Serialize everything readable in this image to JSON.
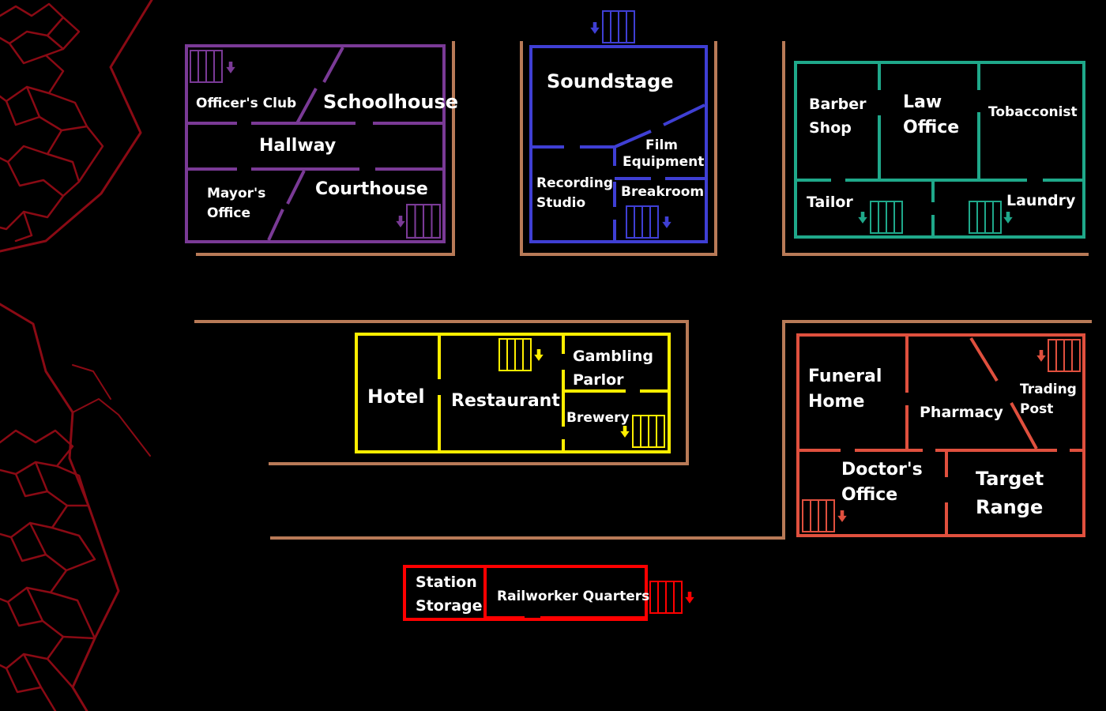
{
  "colors": {
    "background": "#000000",
    "street": "#b87a57",
    "veins": "#8a0a14",
    "label": "#ffffff",
    "purple_building": "#7a3a96",
    "blue_building": "#3f3fd4",
    "teal_building": "#1fa88a",
    "yellow_building": "#ffee00",
    "salmon_building": "#e0503e",
    "red_building": "#ff0000"
  },
  "icons": {
    "stairs": "stairs-icon",
    "direction": "down-arrow-icon",
    "veins": "red-veins-decoration"
  },
  "buildings": {
    "civic": {
      "officers_club": "Officer's Club",
      "schoolhouse": "Schoolhouse",
      "hallway": "Hallway",
      "mayors_office": [
        "Mayor's",
        "Office"
      ],
      "courthouse": "Courthouse"
    },
    "studio": {
      "soundstage": "Soundstage",
      "film_equipment": [
        "Film",
        "Equipment"
      ],
      "recording_studio": [
        "Recording",
        "Studio"
      ],
      "breakroom": "Breakroom"
    },
    "shops": {
      "barber_shop": [
        "Barber",
        "Shop"
      ],
      "law_office": [
        "Law",
        "Office"
      ],
      "tobacconist": "Tobacconist",
      "tailor": "Tailor",
      "laundry": "Laundry"
    },
    "hotel": {
      "hotel": "Hotel",
      "restaurant": "Restaurant",
      "gambling_parlor": [
        "Gambling",
        "Parlor"
      ],
      "brewery": "Brewery"
    },
    "medical": {
      "funeral_home": [
        "Funeral",
        "Home"
      ],
      "pharmacy": "Pharmacy",
      "trading_post": [
        "Trading",
        "Post"
      ],
      "doctors_office": [
        "Doctor's",
        "Office"
      ],
      "target_range": [
        "Target",
        "Range"
      ]
    },
    "station": {
      "station_storage": [
        "Station",
        "Storage"
      ],
      "railworker_quarters": "Railworker Quarters"
    }
  }
}
